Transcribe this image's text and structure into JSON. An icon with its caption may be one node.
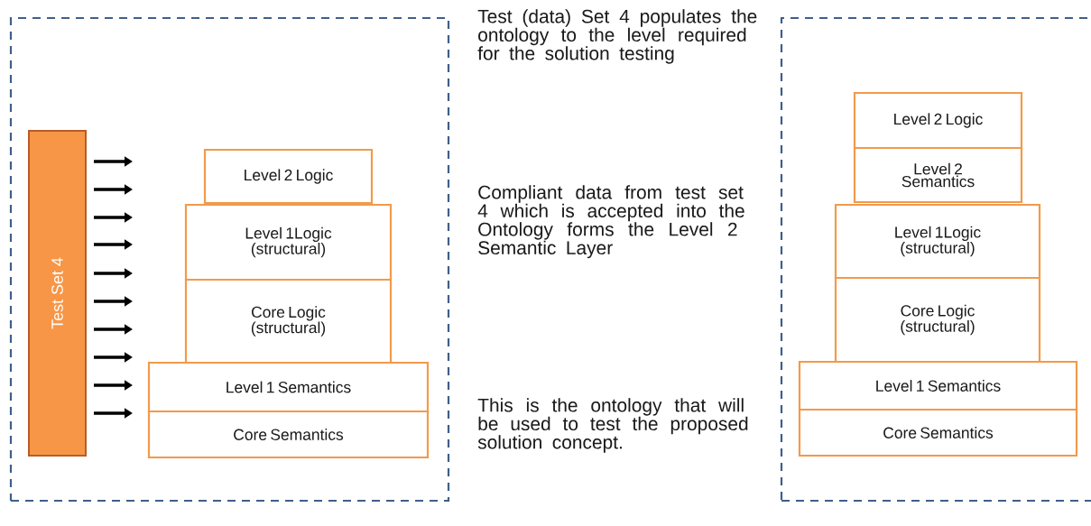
{
  "diagram": {
    "nodes": [
      {
        "text": [],
        "shape": "box"
      },
      {
        "text": [
          "Test Set 4"
        ],
        "in": 0
      },
      {
        "text": [
          "Level 2 Logic"
        ],
        "in": 0
      },
      {
        "text": [
          "Level 1Logic (structural)"
        ],
        "in": 0
      },
      {
        "text": [
          "Core Logic (structural)"
        ],
        "in": 0
      },
      {
        "text": [
          "Level 1 Semantics"
        ],
        "in": 0
      },
      {
        "text": [
          "Core Semantics"
        ],
        "in": 0
      },
      {
        "text": [],
        "shape": "box"
      },
      {
        "text": [
          "Level 2 Logic"
        ],
        "in": 7
      },
      {
        "text": [
          "Level 2 Semantics"
        ],
        "in": 7
      },
      {
        "text": [
          "Level 1Logic (structural)"
        ],
        "in": 7
      },
      {
        "text": [
          "Core Logic (structural)"
        ],
        "in": 7
      },
      {
        "text": [
          "Level 1 Semantics"
        ],
        "in": 7
      },
      {
        "text": [
          "Core Semantics"
        ],
        "in": 7
      }
    ],
    "edges": [
      {
        "from": 1,
        "to": null,
        "arrow": "to"
      },
      {
        "from": 1,
        "to": null,
        "arrow": "to"
      },
      {
        "from": 1,
        "to": null,
        "arrow": "to"
      },
      {
        "from": 1,
        "to": null,
        "arrow": "to"
      },
      {
        "from": 1,
        "to": null,
        "arrow": "to"
      },
      {
        "from": 1,
        "to": null,
        "arrow": "to"
      },
      {
        "from": 1,
        "to": null,
        "arrow": "to"
      },
      {
        "from": 1,
        "to": null,
        "arrow": "to"
      },
      {
        "from": 1,
        "to": null,
        "arrow": "to"
      },
      {
        "from": 1,
        "to": null,
        "arrow": "to"
      }
    ],
    "labels": [
      "Test (data) Set 4 populates the ontology to the level required for the solution testing",
      "Compliant data from test set 4 which is accepted into the Ontology forms the Level 2 Semantic Layer",
      "This is the ontology that will be used to test the proposed solution concept."
    ]
  }
}
